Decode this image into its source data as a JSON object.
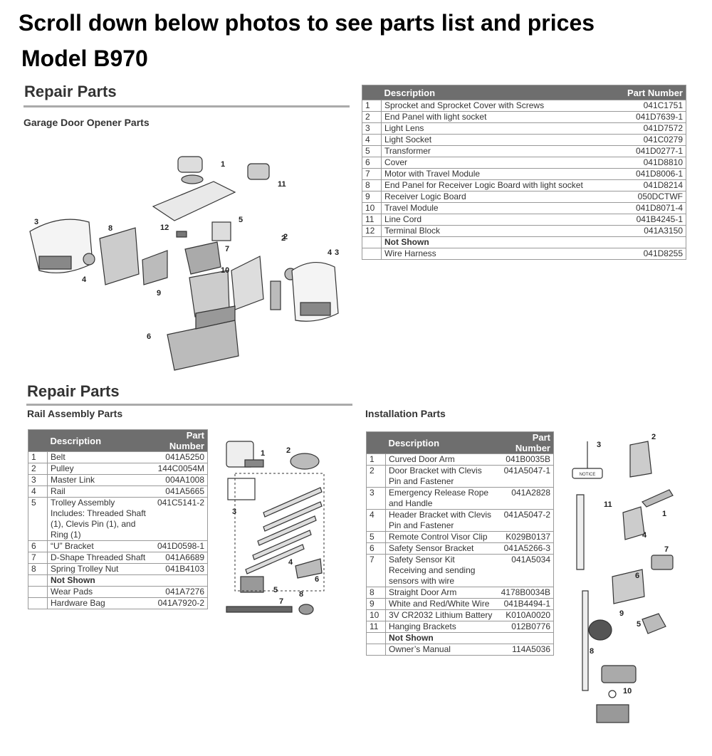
{
  "heading": "Scroll down below photos to see parts list and prices",
  "model": "Model B970",
  "opener": {
    "section_title": "Repair Parts",
    "subtitle": "Garage Door Opener Parts",
    "headers": {
      "description": "Description",
      "part_number": "Part Number"
    },
    "rows": [
      {
        "num": "1",
        "desc": "Sprocket and Sprocket Cover with Screws",
        "pn": "041C1751"
      },
      {
        "num": "2",
        "desc": "End Panel with light socket",
        "pn": "041D7639-1"
      },
      {
        "num": "3",
        "desc": "Light Lens",
        "pn": "041D7572"
      },
      {
        "num": "4",
        "desc": "Light Socket",
        "pn": "041C0279"
      },
      {
        "num": "5",
        "desc": "Transformer",
        "pn": "041D0277-1"
      },
      {
        "num": "6",
        "desc": "Cover",
        "pn": "041D8810"
      },
      {
        "num": "7",
        "desc": "Motor with Travel Module",
        "pn": "041D8006-1"
      },
      {
        "num": "8",
        "desc": "End Panel for Receiver Logic Board with light socket",
        "pn": "041D8214"
      },
      {
        "num": "9",
        "desc": "Receiver Logic Board",
        "pn": "050DCTWF"
      },
      {
        "num": "10",
        "desc": "Travel Module",
        "pn": "041D8071-4"
      },
      {
        "num": "11",
        "desc": "Line Cord",
        "pn": "041B4245-1"
      },
      {
        "num": "12",
        "desc": "Terminal Block",
        "pn": "041A3150"
      },
      {
        "num": "",
        "desc": "Not Shown",
        "pn": "",
        "not_shown": true
      },
      {
        "num": "",
        "desc": "Wire Harness",
        "pn": "041D8255"
      }
    ],
    "callouts": [
      "1",
      "2",
      "3",
      "4",
      "5",
      "6",
      "7",
      "8",
      "9",
      "10",
      "11",
      "12",
      "2",
      "3",
      "4"
    ]
  },
  "rail": {
    "section_title": "Repair Parts",
    "subtitle": "Rail Assembly Parts",
    "headers": {
      "description": "Description",
      "part_number": "Part Number"
    },
    "rows": [
      {
        "num": "1",
        "desc": "Belt",
        "pn": "041A5250"
      },
      {
        "num": "2",
        "desc": "Pulley",
        "pn": "144C0054M"
      },
      {
        "num": "3",
        "desc": "Master Link",
        "pn": "004A1008"
      },
      {
        "num": "4",
        "desc": "Rail",
        "pn": "041A5665"
      },
      {
        "num": "5",
        "desc": "Trolley Assembly Includes: Threaded Shaft (1), Clevis Pin (1), and Ring (1)",
        "pn": "041C5141-2"
      },
      {
        "num": "6",
        "desc": "“U” Bracket",
        "pn": "041D0598-1"
      },
      {
        "num": "7",
        "desc": "D-Shape Threaded Shaft",
        "pn": "041A6689"
      },
      {
        "num": "8",
        "desc": "Spring Trolley Nut",
        "pn": "041B4103"
      },
      {
        "num": "",
        "desc": "Not Shown",
        "pn": "",
        "not_shown": true
      },
      {
        "num": "",
        "desc": "Wear Pads",
        "pn": "041A7276"
      },
      {
        "num": "",
        "desc": "Hardware Bag",
        "pn": "041A7920-2"
      }
    ],
    "callouts": [
      "1",
      "2",
      "3",
      "4",
      "5",
      "6",
      "7",
      "8"
    ]
  },
  "install": {
    "subtitle": "Installation Parts",
    "headers": {
      "description": "Description",
      "part_number": "Part Number"
    },
    "rows": [
      {
        "num": "1",
        "desc": "Curved Door Arm",
        "pn": "041B0035B"
      },
      {
        "num": "2",
        "desc": "Door Bracket with Clevis Pin and Fastener",
        "pn": "041A5047-1"
      },
      {
        "num": "3",
        "desc": "Emergency Release Rope and Handle",
        "pn": "041A2828"
      },
      {
        "num": "4",
        "desc": "Header Bracket with Clevis Pin and Fastener",
        "pn": "041A5047-2"
      },
      {
        "num": "5",
        "desc": "Remote Control Visor Clip",
        "pn": "K029B0137"
      },
      {
        "num": "6",
        "desc": "Safety Sensor Bracket",
        "pn": "041A5266-3"
      },
      {
        "num": "7",
        "desc": "Safety Sensor Kit Receiving and sending sensors with wire",
        "pn": "041A5034"
      },
      {
        "num": "8",
        "desc": "Straight Door Arm",
        "pn": "4178B0034B"
      },
      {
        "num": "9",
        "desc": "White and Red/White Wire",
        "pn": "041B4494-1"
      },
      {
        "num": "10",
        "desc": "3V CR2032 Lithium Battery",
        "pn": "K010A0020"
      },
      {
        "num": "11",
        "desc": "Hanging Brackets",
        "pn": "012B0776"
      },
      {
        "num": "",
        "desc": "Not Shown",
        "pn": "",
        "not_shown": true
      },
      {
        "num": "",
        "desc": "Owner’s Manual",
        "pn": "114A5036"
      }
    ],
    "callouts": [
      "1",
      "2",
      "3",
      "4",
      "5",
      "6",
      "7",
      "8",
      "9",
      "10",
      "11"
    ],
    "notice_label": "NOTICE"
  }
}
